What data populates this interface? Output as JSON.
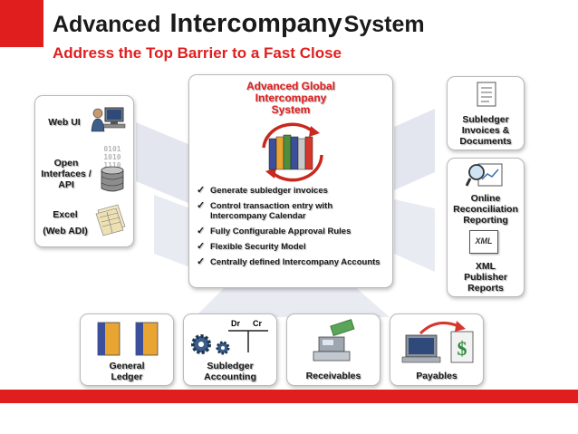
{
  "title": {
    "part1": "Advanced",
    "part2": "Intercompany",
    "part3": "System"
  },
  "subtitle": "Address the Top Barrier to a Fast Close",
  "center": {
    "title_lines": [
      "Advanced Global",
      "Intercompany",
      "System"
    ],
    "features": [
      "Generate subledger invoices",
      "Control transaction entry with Intercompany Calendar",
      "Fully Configurable Approval Rules",
      "Flexible Security Model",
      "Centrally defined Intercompany Accounts"
    ]
  },
  "left": {
    "web_ui": "Web UI",
    "open_interfaces": [
      "Open",
      "Interfaces /",
      "API"
    ],
    "binary_text": [
      "0101",
      "1010",
      "1110"
    ],
    "excel": [
      "Excel",
      "(Web ADI)"
    ]
  },
  "right": {
    "subledger_docs": [
      "Subledger",
      "Invoices &",
      "Documents"
    ],
    "online_recon": [
      "Online",
      "Reconciliation",
      "Reporting"
    ],
    "xml_tag": "XML",
    "xml_publisher": [
      "XML",
      "Publisher",
      "Reports"
    ]
  },
  "bottom": {
    "general_ledger": [
      "General",
      "Ledger"
    ],
    "subledger_accounting": [
      "Subledger",
      "Accounting"
    ],
    "dr": "Dr",
    "cr": "Cr",
    "receivables": "Receivables",
    "payables": "Payables"
  },
  "colors": {
    "accent": "#e01e1e",
    "text": "#1a1a1a",
    "panel_border": "#b9b9b9"
  }
}
